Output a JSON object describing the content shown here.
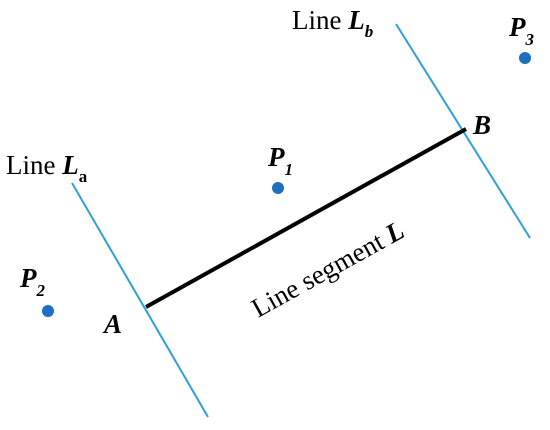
{
  "colors": {
    "guide_line": "#2e9fd8",
    "segment": "#000000",
    "point": "#1e6fbf",
    "text": "#000000",
    "background": "#ffffff"
  },
  "labels": {
    "line_a": {
      "prefix": "Line",
      "main": "L",
      "sub": "a"
    },
    "line_b": {
      "prefix": "Line",
      "main": "L",
      "sub": "b"
    },
    "segment": {
      "prefix": "Line segment",
      "main": "L"
    },
    "endpoint_a": "A",
    "endpoint_b": "B",
    "point_1": {
      "main": "P",
      "sub": "1"
    },
    "point_2": {
      "main": "P",
      "sub": "2"
    },
    "point_3": {
      "main": "P",
      "sub": "3"
    }
  }
}
